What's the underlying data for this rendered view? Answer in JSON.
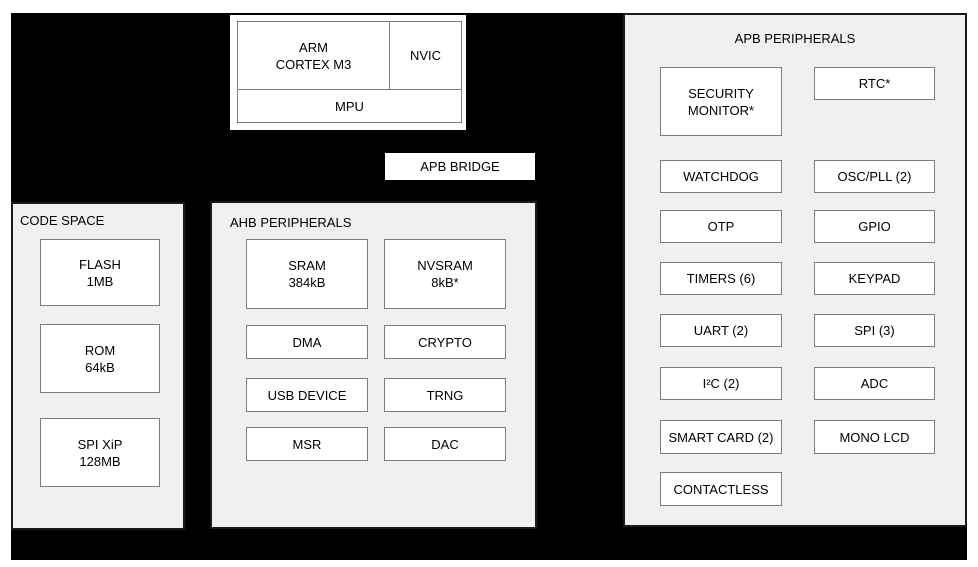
{
  "colors": {
    "page_background": "#ffffff",
    "chip_fill": "#000000",
    "panel_fill": "#f0f0f0",
    "panel_border": "#1a1a1a",
    "box_fill": "#ffffff",
    "box_border": "#7c7c7c",
    "text": "#000000"
  },
  "cpu": {
    "core_line1": "ARM",
    "core_line2": "CORTEX M3",
    "nvic": "NVIC",
    "mpu": "MPU"
  },
  "apb_bridge": {
    "label": "APB BRIDGE"
  },
  "code_space": {
    "title": "CODE SPACE",
    "blocks": [
      {
        "line1": "FLASH",
        "line2": "1MB"
      },
      {
        "line1": "ROM",
        "line2": "64kB"
      },
      {
        "line1": "SPI XiP",
        "line2": "128MB"
      }
    ]
  },
  "ahb": {
    "title": "AHB PERIPHERALS",
    "memory_blocks": [
      {
        "line1": "SRAM",
        "line2": "384kB"
      },
      {
        "line1": "NVSRAM",
        "line2": "8kB*"
      }
    ],
    "blocks": [
      "DMA",
      "CRYPTO",
      "USB DEVICE",
      "TRNG",
      "MSR",
      "DAC"
    ]
  },
  "apb": {
    "title": "APB PERIPHERALS",
    "security_monitor": {
      "line1": "SECURITY",
      "line2": "MONITOR*"
    },
    "left_blocks": [
      "WATCHDOG",
      "OTP",
      "TIMERS (6)",
      "UART (2)",
      "I²C (2)",
      "SMART CARD (2)",
      "CONTACTLESS"
    ],
    "right_blocks": [
      "RTC*",
      "OSC/PLL (2)",
      "GPIO",
      "KEYPAD",
      "SPI (3)",
      "ADC",
      "MONO LCD"
    ]
  }
}
